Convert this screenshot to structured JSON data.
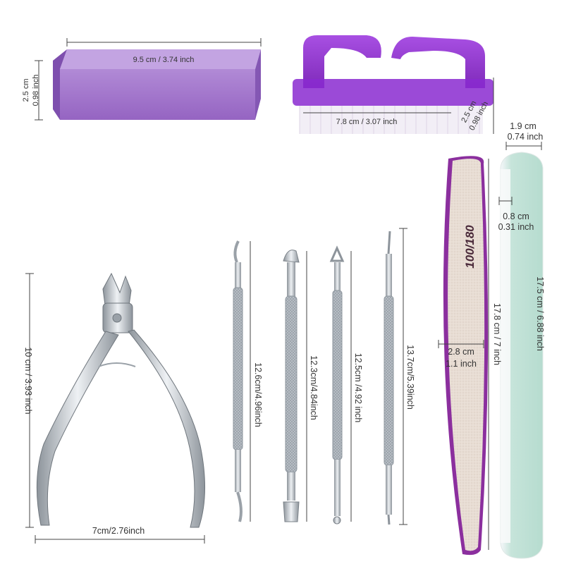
{
  "colors": {
    "purple_block": "#9a6ac4",
    "purple_brush": "#8a22c8",
    "bristle": "#f2eef6",
    "steel": "#c9ced4",
    "file_sand": "#e6dbd2",
    "file_edge": "#8b2f9e",
    "buffer_green": "#bfe0d6"
  },
  "block": {
    "length": "9.5 cm / 3.74 inch",
    "height_cm": "2.5 cm",
    "height_in": "0.98 inch"
  },
  "brush": {
    "length": "7.8 cm / 3.07 inch",
    "height_cm": "2.5 cm",
    "height_in": "0.98 inch"
  },
  "buffer": {
    "width_cm": "1.9 cm",
    "width_in": "0.74 inch",
    "thickness_cm": "0.8 cm",
    "thickness_in": "0.31 inch",
    "length": "17.5 cm / 6.88 inch"
  },
  "nail_file": {
    "grit": "100/180",
    "length": "17.8 cm / 7 inch",
    "width_cm": "2.8 cm",
    "width_in": "1.1 inch"
  },
  "nipper": {
    "height": "10 cm / 3.93 inch",
    "width": "7cm/2.76inch"
  },
  "tools": {
    "tool1": "12.6cm/4.96inch",
    "tool2": "12.3cm/4.84inch",
    "tool3": "12.5cm /4.92 inch",
    "tool4": "13.7cm/5.39inch"
  }
}
